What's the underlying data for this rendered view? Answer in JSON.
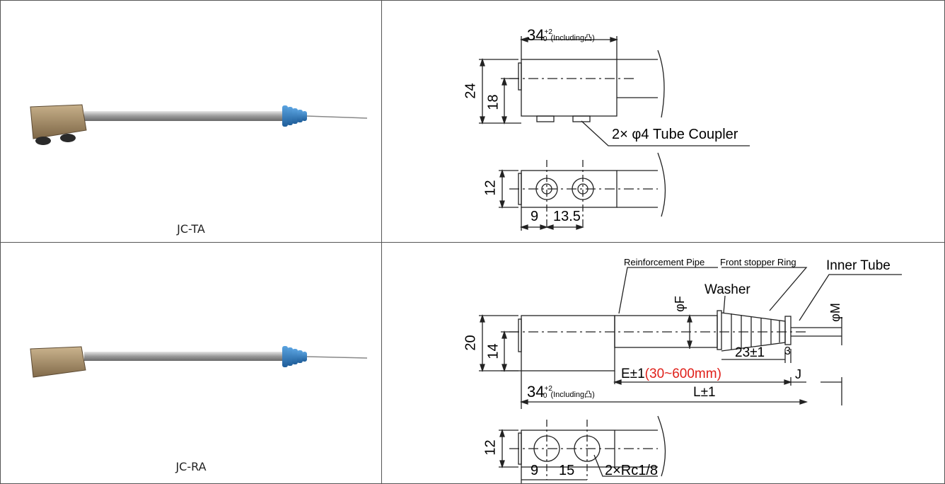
{
  "rows": [
    {
      "model": "JC-TA",
      "dims": {
        "width_top": "34",
        "tol_up": "+2",
        "tol_low": "0",
        "including": "(Including",
        "including_sym": "凸)",
        "height_outer": "24",
        "height_inner": "18",
        "coupler_label": "2× φ4 Tube Coupler",
        "height_bottom": "12",
        "pitch_a": "9",
        "pitch_b": "13.5"
      }
    },
    {
      "model": "JC-RA",
      "dims": {
        "reinforcement_label": "Reinforcement Pipe",
        "front_stopper_label": "Front stopper Ring",
        "inner_tube_label": "Inner Tube",
        "washer_label": "Washer",
        "phi_f": "φF",
        "phi_m": "φM",
        "height_outer": "20",
        "height_inner": "14",
        "bellows_len": "23±1",
        "ring_len": "3",
        "e_label": "E±1",
        "e_range": "(30~600mm)",
        "j_label": "J",
        "width_top": "34",
        "tol_up": "+2",
        "tol_low": "0",
        "including": "(Including",
        "including_sym": "凸)",
        "l_label": "L±1",
        "height_bottom": "12",
        "pitch_a": "9",
        "pitch_b": "15",
        "port_label": "2×Rc1/8"
      }
    }
  ],
  "colors": {
    "line": "#222222",
    "accent_red": "#e0201a",
    "block": "#a38a6a",
    "tube": "#2f7fc0"
  }
}
